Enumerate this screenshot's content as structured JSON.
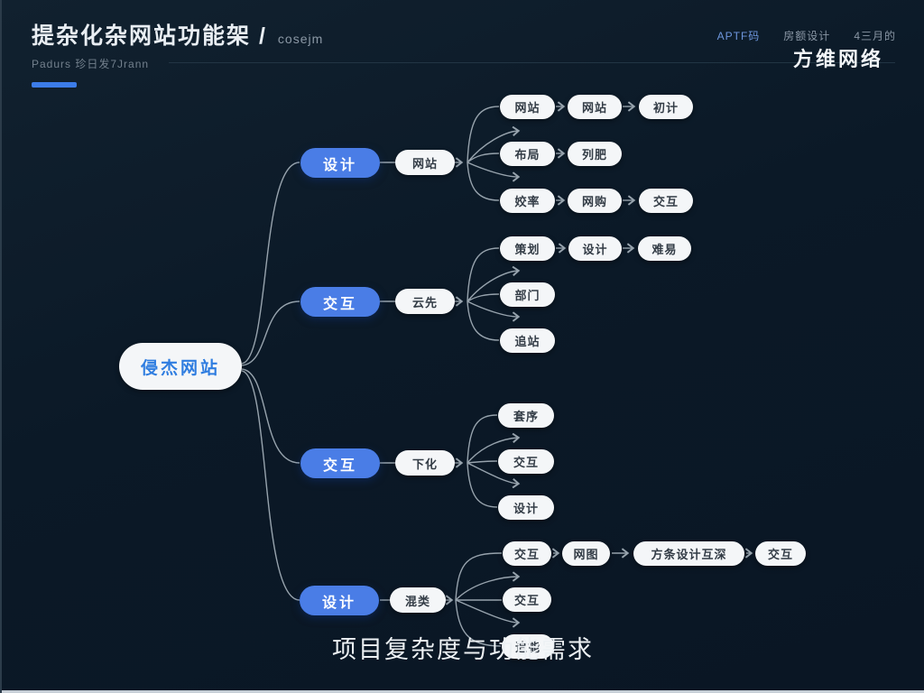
{
  "header": {
    "title": "提杂化杂网站功能架 /",
    "title_suffix": "cosejm",
    "subtitle": "Padurs 珍日发7Jrann",
    "meta": [
      "APTF码",
      "房额设计",
      "4三月的"
    ],
    "brand": "方维网络"
  },
  "mindmap": {
    "root": "侵杰网站",
    "branches": [
      {
        "label": "设计",
        "child": "网站",
        "rows": [
          [
            "网站",
            "网站",
            "初计"
          ],
          [
            "布局",
            "列肥"
          ],
          [
            "姣率",
            "网购",
            "交互"
          ]
        ]
      },
      {
        "label": "交互",
        "child": "云先",
        "rows": [
          [
            "策划",
            "设计",
            "难易"
          ],
          [
            "部门"
          ],
          [
            "追站"
          ]
        ]
      },
      {
        "label": "交互",
        "child": "下化",
        "rows": [
          [
            "套序"
          ],
          [
            "交互"
          ],
          [
            "设计"
          ]
        ]
      },
      {
        "label": "设计",
        "child": "混类",
        "rows": [
          [
            "交互",
            "网图",
            "方条设计互深",
            "交互"
          ],
          [
            "交互"
          ],
          [
            "追能"
          ]
        ]
      }
    ]
  },
  "caption": "项目复杂度与功能需求",
  "colors": {
    "background": "#0c1b29",
    "accent": "#4a7de6",
    "root_text": "#2f7de0",
    "connector": "#97a3ad",
    "underline": "#3c7ce9"
  }
}
